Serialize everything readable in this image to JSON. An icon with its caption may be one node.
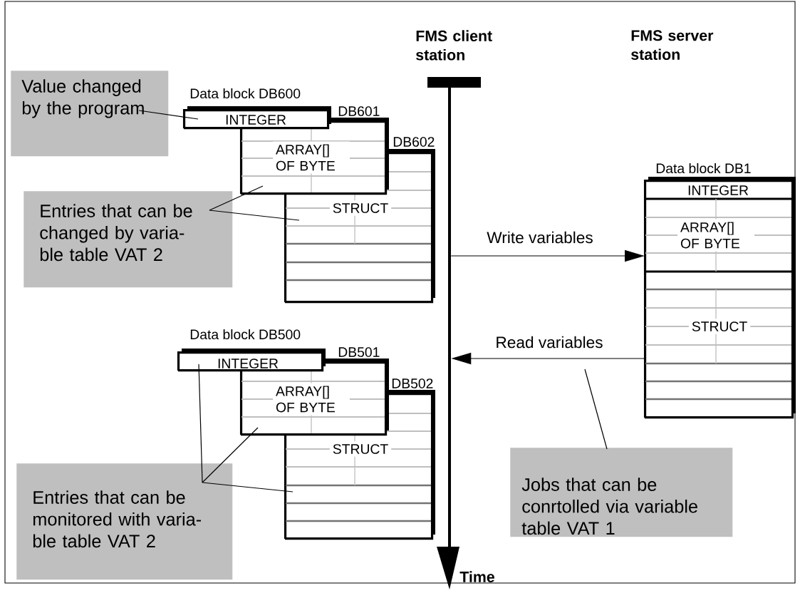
{
  "diagram": {
    "nodes": [
      {
        "text": [
          "Value changed by the program"
        ]
      },
      {
        "text": [
          "Data block DB600",
          "INTEGER"
        ]
      },
      {
        "text": [
          "DB601",
          "ARRAY[] OF BYTE"
        ]
      },
      {
        "text": [
          "DB602",
          "STRUCT"
        ]
      },
      {
        "text": [
          "Entries that can be changed by varia- ble table VAT 2"
        ]
      },
      {
        "text": [],
        "shape": "bar"
      },
      {
        "text": [
          "Data block DB1",
          "INTEGER",
          "ARRAY[] OF BYTE",
          "STRUCT"
        ]
      },
      {
        "text": [
          "Data block DB500",
          "INTEGER"
        ]
      },
      {
        "text": [
          "DB501",
          "ARRAY[] OF BYTE"
        ]
      },
      {
        "text": [
          "DB502",
          "STRUCT"
        ]
      },
      {
        "text": [
          "Entries that can be monitored with varia- ble table VAT 2"
        ]
      },
      {
        "text": [
          "Jobs that can be conrtolled via variable table VAT 1"
        ]
      }
    ],
    "edges": [
      {
        "from": 5,
        "to": 6,
        "arrow": "to",
        "label": "Write variables"
      },
      {
        "from": 6,
        "to": 5,
        "arrow": "to",
        "label": "Read variables"
      },
      {
        "from": 0,
        "to": 1,
        "arrow": "none"
      },
      {
        "from": 4,
        "to": 2,
        "arrow": "none"
      },
      {
        "from": 4,
        "to": 3,
        "arrow": "none"
      },
      {
        "from": 10,
        "to": 7,
        "arrow": "none"
      },
      {
        "from": 10,
        "to": 8,
        "arrow": "none"
      },
      {
        "from": 10,
        "to": 9,
        "arrow": "none"
      },
      {
        "from": 11,
        "to": null,
        "arrow": "none"
      }
    ],
    "labels": [
      "FMS client station",
      "FMS server station",
      "Time"
    ]
  }
}
